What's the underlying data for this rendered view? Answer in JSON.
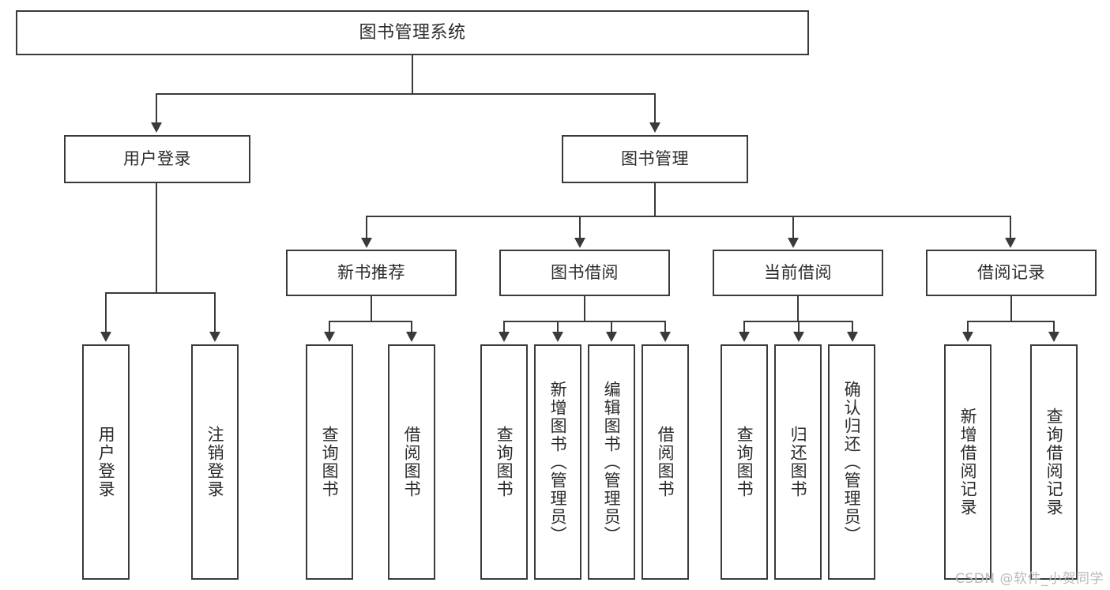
{
  "diagram": {
    "type": "tree",
    "title": "图书管理系统",
    "root": {
      "id": "root",
      "label": "图书管理系统"
    },
    "level2": [
      {
        "id": "user-login",
        "label": "用户登录"
      },
      {
        "id": "book-management",
        "label": "图书管理"
      }
    ],
    "level3": [
      {
        "id": "new-book-recommend",
        "label": "新书推荐"
      },
      {
        "id": "book-borrow",
        "label": "图书借阅"
      },
      {
        "id": "current-borrow",
        "label": "当前借阅"
      },
      {
        "id": "borrow-record",
        "label": "借阅记录"
      }
    ],
    "leaves": {
      "user_login": [
        {
          "id": "leaf-user-login",
          "label": "用户登录"
        },
        {
          "id": "leaf-logout-login",
          "label": "注销登录"
        }
      ],
      "new_book_recommend": [
        {
          "id": "leaf-query-book-1",
          "label": "查询图书"
        },
        {
          "id": "leaf-borrow-book-1",
          "label": "借阅图书"
        }
      ],
      "book_borrow": [
        {
          "id": "leaf-query-book-2",
          "label": "查询图书"
        },
        {
          "id": "leaf-add-book",
          "label": "新增图书（管理员）"
        },
        {
          "id": "leaf-edit-book",
          "label": "编辑图书（管理员）"
        },
        {
          "id": "leaf-borrow-book-2",
          "label": "借阅图书"
        }
      ],
      "current_borrow": [
        {
          "id": "leaf-query-book-3",
          "label": "查询图书"
        },
        {
          "id": "leaf-return-book",
          "label": "归还图书"
        },
        {
          "id": "leaf-confirm-return",
          "label": "确认归还（管理员）"
        }
      ],
      "borrow_record": [
        {
          "id": "leaf-add-record",
          "label": "新增借阅记录"
        },
        {
          "id": "leaf-query-record",
          "label": "查询借阅记录"
        }
      ]
    },
    "colors": {
      "stroke": "#3a3a3a",
      "fill": "#ffffff",
      "text": "#2b2b2b",
      "watermark": "#b9b9b9"
    }
  },
  "watermark": {
    "text": "CSDN @软件_小贺同学"
  }
}
